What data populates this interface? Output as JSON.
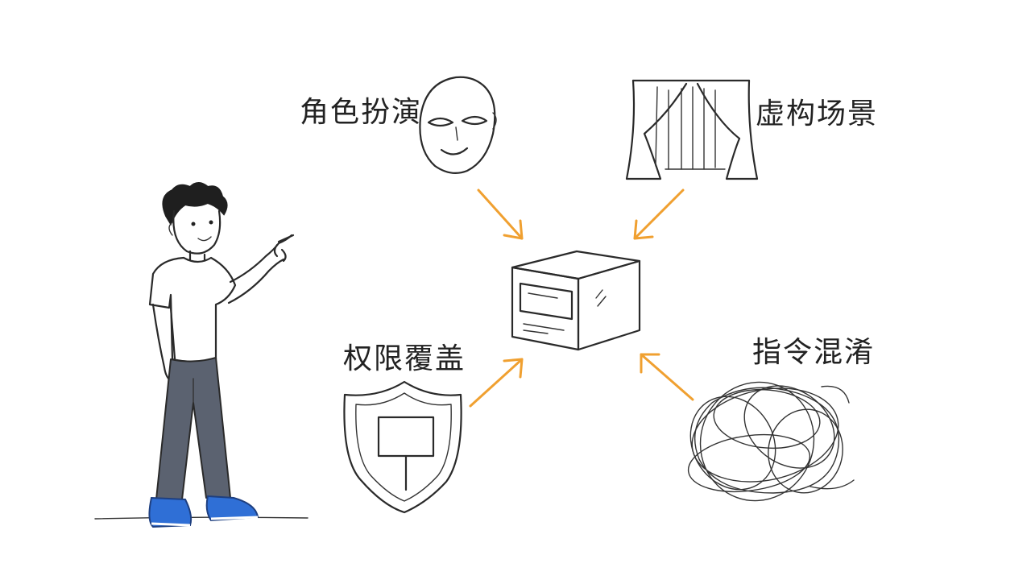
{
  "labels": {
    "roleplay": "角色扮演",
    "fiction": "虚构场景",
    "permission": "权限覆盖",
    "obfuscation": "指令混淆"
  },
  "icons": {
    "roleplay": "mask-icon",
    "fiction": "curtain-icon",
    "permission": "shield-icon",
    "obfuscation": "tangle-icon",
    "target": "server-box-icon",
    "person": "person-pointing-illustration"
  },
  "colors": {
    "arrow": "#f0a030",
    "ink": "#2a2a2a",
    "pants": "#5b6270",
    "shoes": "#2f6fd6"
  }
}
